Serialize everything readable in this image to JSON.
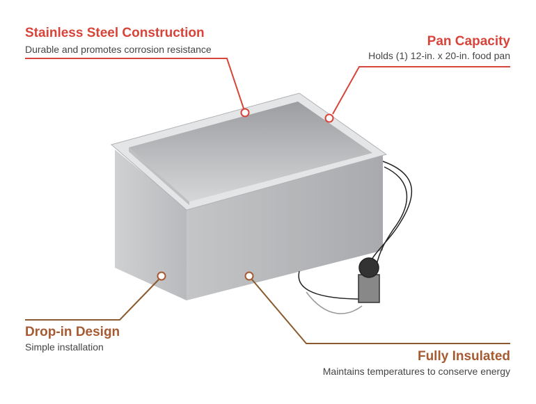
{
  "features": [
    {
      "title": "Stainless Steel Construction",
      "subtitle": "Durable and promotes corrosion resistance"
    },
    {
      "title": "Pan Capacity",
      "subtitle": "Holds (1) 12-in. x 20-in. food pan"
    },
    {
      "title": "Drop-in Design",
      "subtitle": "Simple installation"
    },
    {
      "title": "Fully Insulated",
      "subtitle": "Maintains temperatures to conserve energy"
    }
  ],
  "colors": {
    "top_accent": "#d8443a",
    "bottom_accent": "#a65a32",
    "bottom_line": "#8a5a2e"
  }
}
